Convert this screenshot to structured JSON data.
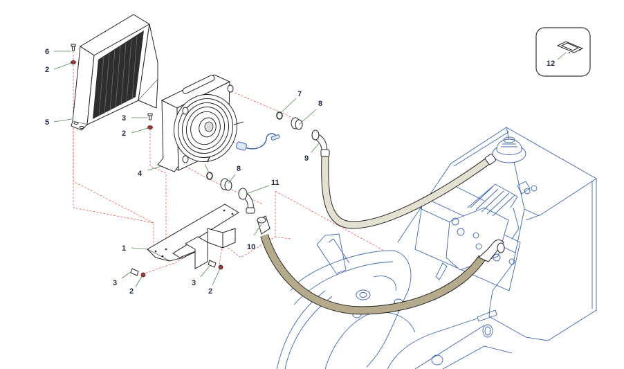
{
  "diagram": {
    "type": "exploded-parts-view",
    "subject": "Hydraulic oil cooler installation",
    "colors": {
      "callout_text": "#1f2a44",
      "leader_line": "#4f8a4f",
      "assembly_path": "#e0453a",
      "machine_outline": "#3c64b0",
      "hose_light": "#e4e1d1",
      "hose_dark": "#b5ab8c",
      "part_outline": "#222222"
    },
    "callouts": [
      {
        "id": "c6",
        "label": "6",
        "part": "cover-bolt"
      },
      {
        "id": "c2a",
        "label": "2",
        "part": "washer-cover"
      },
      {
        "id": "c5",
        "label": "5",
        "part": "cooler-guard"
      },
      {
        "id": "c3a",
        "label": "3",
        "part": "cooler-bolt"
      },
      {
        "id": "c2b",
        "label": "2",
        "part": "washer-cooler"
      },
      {
        "id": "c4",
        "label": "4",
        "part": "oil-cooler-fan-unit"
      },
      {
        "id": "c7a",
        "label": "7",
        "part": "o-ring-upper"
      },
      {
        "id": "c8a",
        "label": "8",
        "part": "adapter-upper"
      },
      {
        "id": "c9",
        "label": "9",
        "part": "return-hose"
      },
      {
        "id": "c7b",
        "label": "7",
        "part": "o-ring-lower"
      },
      {
        "id": "c8b",
        "label": "8",
        "part": "adapter-lower"
      },
      {
        "id": "c11",
        "label": "11",
        "part": "elbow-fitting"
      },
      {
        "id": "c10",
        "label": "10",
        "part": "pressure-hose"
      },
      {
        "id": "c1",
        "label": "1",
        "part": "mounting-bracket"
      },
      {
        "id": "c3b",
        "label": "3",
        "part": "bracket-bolt-left"
      },
      {
        "id": "c2c",
        "label": "2",
        "part": "washer-bracket-left"
      },
      {
        "id": "c3c",
        "label": "3",
        "part": "bracket-bolt-right"
      },
      {
        "id": "c2d",
        "label": "2",
        "part": "washer-bracket-right"
      },
      {
        "id": "c12",
        "label": "12",
        "part": "shim-plate"
      }
    ],
    "inset": {
      "label": "12",
      "part": "shim-plate"
    }
  }
}
